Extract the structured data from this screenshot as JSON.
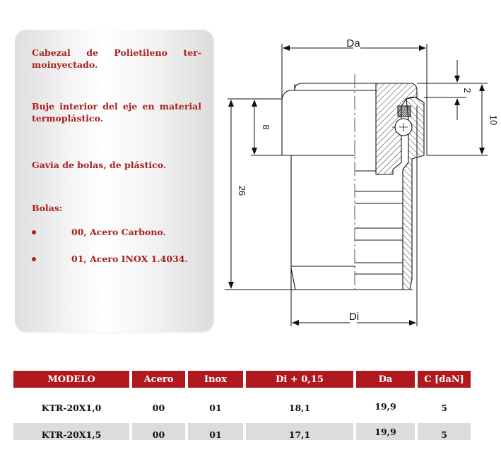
{
  "description_card": {
    "paragraphs": [
      {
        "line1_words": [
          "Cabezal",
          "de",
          "Polietileno",
          "ter-"
        ],
        "line2": "moinyectado."
      },
      {
        "text": "Buje interior del  eje en material termoplástico."
      },
      {
        "text": "Gavia de bolas,  de  plástico."
      },
      {
        "text": "Bolas:"
      }
    ],
    "bullets": [
      {
        "text": "00, Acero Carbono."
      },
      {
        "text": "01, Acero INOX 1.4034."
      }
    ]
  },
  "drawing": {
    "labels": {
      "outer_diameter": "Da",
      "inner_diameter": "Di",
      "dim_8": "8",
      "dim_26": "26",
      "dim_2": "2",
      "dim_10": "10"
    }
  },
  "table": {
    "header_color": "#b0191e",
    "alt_row_color": "#dcdcdc",
    "columns": [
      "MODELO",
      "Acero",
      "Inox",
      "Di + 0,15",
      "Da",
      "C [daN]"
    ],
    "rows": [
      [
        "KTR-20X1,0",
        "00",
        "01",
        "18,1",
        "19,9",
        "5"
      ],
      [
        "KTR-20X1,5",
        "00",
        "01",
        "17,1",
        "19,9",
        "5"
      ]
    ]
  }
}
